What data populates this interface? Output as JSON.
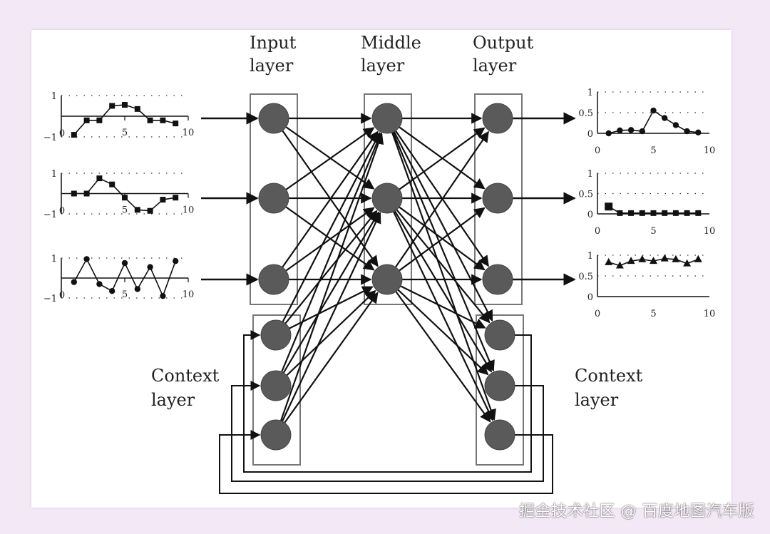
{
  "labels": {
    "input_layer": [
      "Input",
      "layer"
    ],
    "middle_layer": [
      "Middle",
      "layer"
    ],
    "output_layer": [
      "Output",
      "layer"
    ],
    "context_left": [
      "Context",
      "layer"
    ],
    "context_right": [
      "Context",
      "layer"
    ]
  },
  "watermark": "掘金技术社区 @ 百度地图汽车版",
  "chart_data": [
    {
      "type": "line",
      "marker": "square",
      "side": "input",
      "x": [
        1,
        2,
        3,
        4,
        5,
        6,
        7,
        8,
        9
      ],
      "y": [
        -0.9,
        -0.2,
        -0.2,
        0.5,
        0.55,
        0.35,
        -0.2,
        -0.2,
        -0.35
      ],
      "ylim": [
        -1,
        1
      ],
      "xlim": [
        0,
        10
      ],
      "yticks": [
        "1",
        "−1"
      ],
      "xticks": [
        "0",
        "5",
        "10"
      ],
      "grid": true
    },
    {
      "type": "line",
      "marker": "square",
      "side": "input",
      "x": [
        1,
        2,
        3,
        4,
        5,
        6,
        7,
        8,
        9
      ],
      "y": [
        0.0,
        0.0,
        0.75,
        0.45,
        -0.2,
        -0.8,
        -0.85,
        -0.3,
        -0.2
      ],
      "ylim": [
        -1,
        1
      ],
      "xlim": [
        0,
        10
      ],
      "yticks": [
        "1",
        "−1"
      ],
      "xticks": [
        "0",
        "5",
        "10"
      ],
      "grid": true
    },
    {
      "type": "line",
      "marker": "circle",
      "side": "input",
      "x": [
        1,
        2,
        3,
        4,
        5,
        6,
        7,
        8,
        9
      ],
      "y": [
        -0.2,
        0.95,
        -0.3,
        -0.65,
        0.75,
        -0.55,
        0.55,
        -0.9,
        0.85
      ],
      "ylim": [
        -1,
        1
      ],
      "xlim": [
        0,
        10
      ],
      "yticks": [
        "1",
        "−1"
      ],
      "xticks": [
        "0",
        "5",
        "10"
      ],
      "grid": true
    },
    {
      "type": "line",
      "marker": "circle",
      "side": "output",
      "x": [
        1,
        2,
        3,
        4,
        5,
        6,
        7,
        8,
        9
      ],
      "y": [
        0.0,
        0.07,
        0.08,
        0.05,
        0.55,
        0.37,
        0.2,
        0.05,
        0.02
      ],
      "ylim": [
        0,
        1
      ],
      "xlim": [
        0,
        10
      ],
      "yticks": [
        "1",
        "0.5",
        "0"
      ],
      "xticks": [
        "0",
        "5",
        "10"
      ],
      "grid": true
    },
    {
      "type": "line",
      "marker": "square",
      "side": "output",
      "x": [
        1,
        2,
        3,
        4,
        5,
        6,
        7,
        8,
        9
      ],
      "y": [
        0.18,
        0.02,
        0.02,
        0.02,
        0.02,
        0.02,
        0.02,
        0.02,
        0.02
      ],
      "ylim": [
        0,
        1
      ],
      "xlim": [
        0,
        10
      ],
      "yticks": [
        "1",
        "0.5",
        "0"
      ],
      "xticks": [
        "0",
        "5",
        "10"
      ],
      "grid": true
    },
    {
      "type": "line",
      "marker": "triangle",
      "side": "output",
      "x": [
        1,
        2,
        3,
        4,
        5,
        6,
        7,
        8,
        9
      ],
      "y": [
        0.83,
        0.75,
        0.86,
        0.9,
        0.86,
        0.92,
        0.9,
        0.8,
        0.9
      ],
      "ylim": [
        0,
        1
      ],
      "xlim": [
        0,
        10
      ],
      "yticks": [
        "1",
        "0.5",
        "0"
      ],
      "xticks": [
        "0",
        "5",
        "10"
      ],
      "grid": true
    }
  ]
}
